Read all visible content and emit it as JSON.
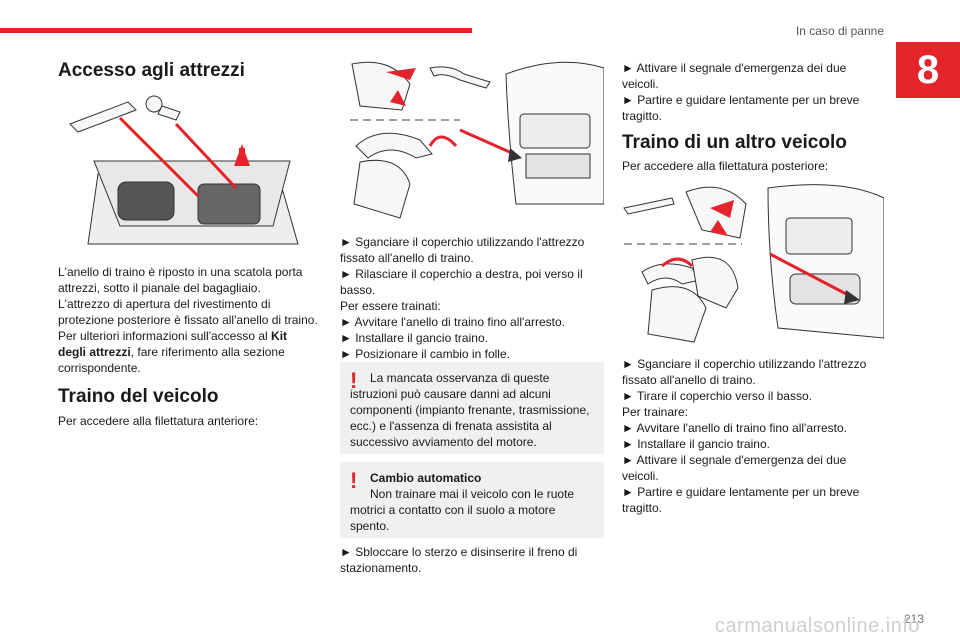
{
  "header": {
    "section_title": "In caso di panne",
    "chapter_number": "8"
  },
  "col1": {
    "heading1": "Accesso agli attrezzi",
    "para1": [
      "L'anello di traino è riposto in una scatola porta",
      "attrezzi, sotto il pianale del bagagliaio.",
      "L'attrezzo di apertura del rivestimento di",
      "protezione posteriore è fissato all'anello di traino.",
      "Per ulteriori informazioni sull'accesso al "
    ],
    "para1_bold": "Kit",
    "para1_bold2": "degli attrezzi",
    "para1_tail": ", fare riferimento alla sezione",
    "para1_last": "corrispondente.",
    "heading2": "Traino del veicolo",
    "para2": "Per accedere alla filettatura anteriore:"
  },
  "col2": {
    "lines": [
      "► Sganciare il coperchio utilizzando l'attrezzo",
      "fissato all'anello di traino.",
      "► Rilasciare il coperchio a destra, poi verso il",
      "basso.",
      "Per essere trainati:",
      "► Avvitare l'anello di traino fino all'arresto.",
      "► Installare il gancio traino.",
      "► Posizionare il cambio in folle."
    ],
    "warn1": [
      "La mancata osservanza di queste",
      "istruzioni può causare danni ad alcuni",
      "componenti (impianto frenante, trasmissione,",
      "ecc.) e l'assenza di frenata assistita al",
      "successivo avviamento del motore."
    ],
    "warn2_title": "Cambio automatico",
    "warn2": [
      "Non trainare mai il veicolo con le ruote",
      "motrici a contatto con il suolo a motore",
      "spento."
    ],
    "tail": [
      "► Sbloccare lo sterzo e disinserire il freno di",
      "stazionamento."
    ]
  },
  "col3": {
    "top_lines": [
      "► Attivare il segnale d'emergenza dei due",
      "veicoli.",
      "► Partire e guidare lentamente per un breve",
      "tragitto."
    ],
    "heading": "Traino di un altro veicolo",
    "intro": "Per accedere alla filettatura posteriore:",
    "lines": [
      "► Sganciare il coperchio utilizzando l'attrezzo",
      "fissato all'anello di traino.",
      "► Tirare il coperchio verso il basso.",
      "Per trainare:",
      "► Avvitare l'anello di traino fino all'arresto.",
      "► Installare il gancio traino.",
      "► Attivare il segnale d'emergenza dei due",
      "veicoli.",
      "► Partire e guidare lentamente per un breve",
      "tragitto."
    ]
  },
  "footer": {
    "page_number": "213",
    "watermark": "carmanualsonline.info"
  },
  "colors": {
    "accent": "#e4232b"
  }
}
